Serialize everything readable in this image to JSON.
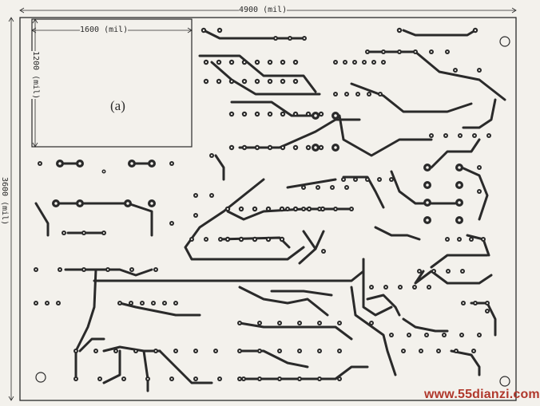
{
  "dimensions": {
    "board_width": "4900 (mil)",
    "board_height": "3600 (mil)",
    "cutout_width": "1600 (mil)",
    "cutout_height": "1200 (mil)"
  },
  "panel_label": "(a)",
  "watermark": "www.55dianzi.com",
  "colors": {
    "paper": "#f3f1ec",
    "ink": "#2a2a2a",
    "watermark": "#b0382c"
  }
}
